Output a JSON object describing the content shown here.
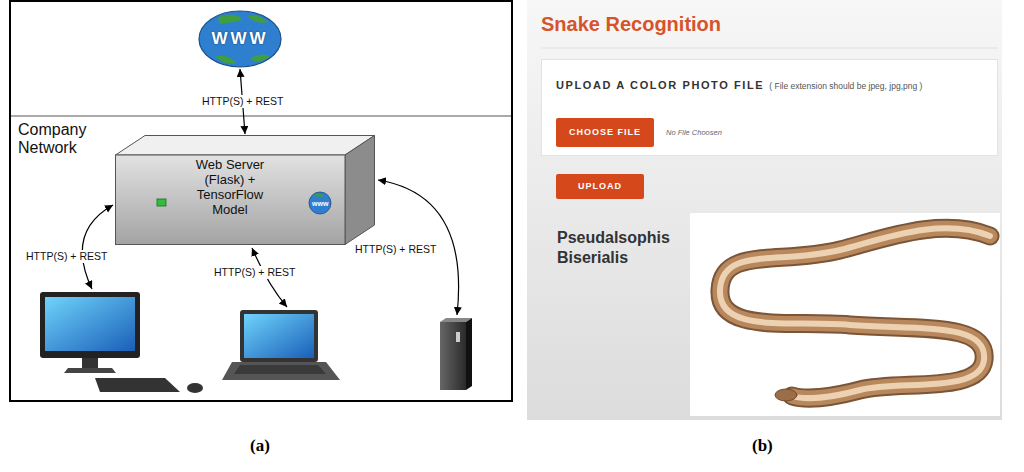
{
  "diagram": {
    "nodes": [
      {
        "text": [
          "WWW"
        ]
      },
      {
        "text": [
          "Web Server (Flask) + TensorFlow Model"
        ]
      },
      {
        "text": [
          "UPLOAD A COLOR PHOTO FILE",
          "( File extension should be jpeg, jpg,png )"
        ]
      },
      {
        "text": [
          "CHOOSE FILE"
        ],
        "in": 2
      },
      {
        "text": [
          "UPLOAD"
        ]
      }
    ],
    "edges": [
      {
        "from": 0,
        "to": 1,
        "label": "HTTP(S) + REST",
        "arrow": "both"
      }
    ],
    "labels": [
      "Company Network",
      "www",
      "HTTP(S) + REST",
      "HTTP(S) + REST",
      "HTTP(S) + REST",
      "Snake Recognition",
      "No File Choosen",
      "Pseudalsophis Biserialis",
      "(a)",
      "(b)"
    ]
  }
}
